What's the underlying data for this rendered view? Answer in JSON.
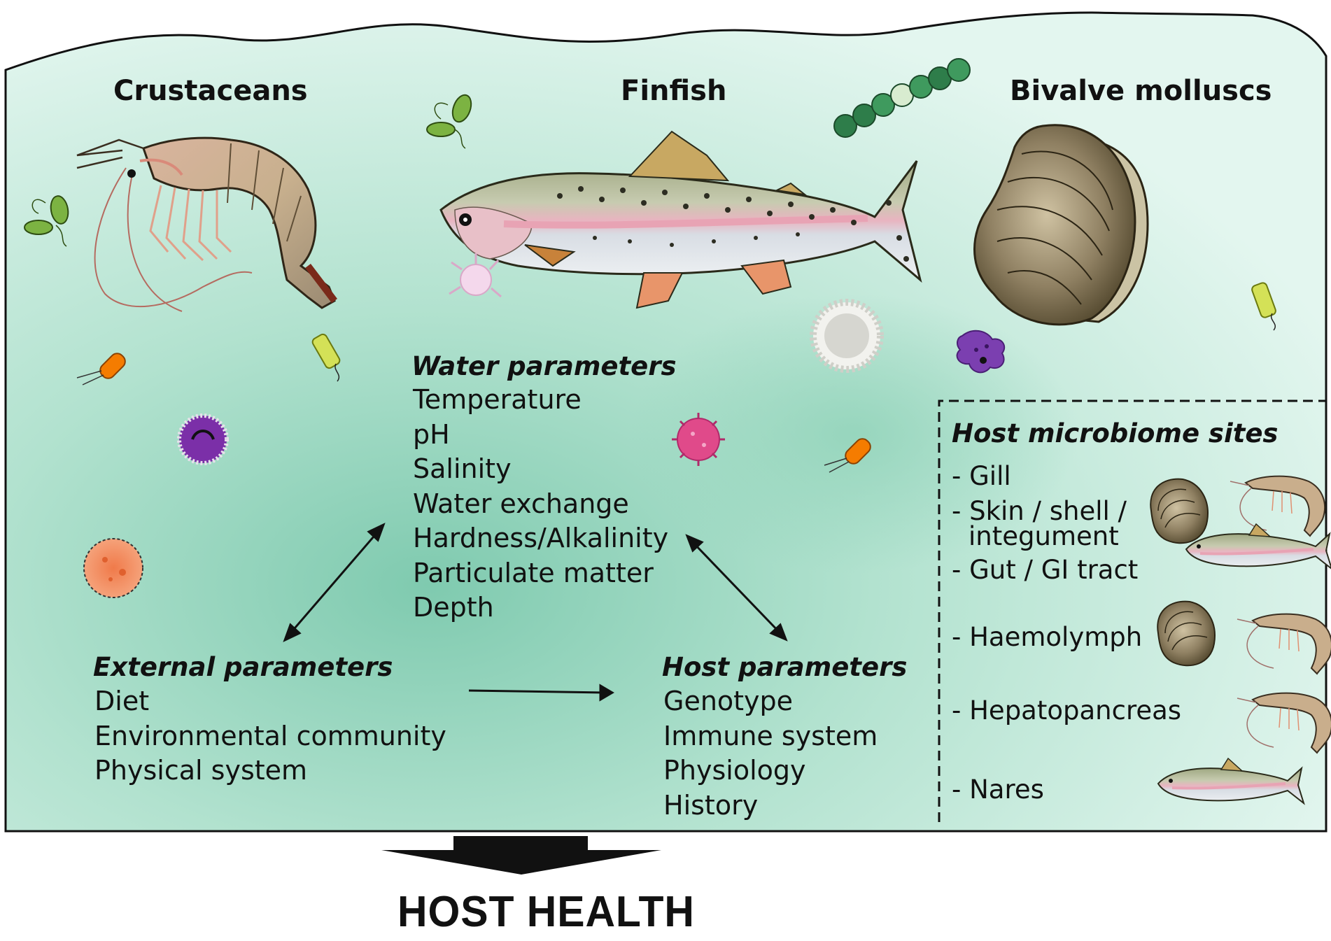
{
  "groups": {
    "crustaceans": "Crustaceans",
    "finfish": "Finfish",
    "bivalves": "Bivalve molluscs"
  },
  "water": {
    "title": "Water parameters",
    "items": [
      "Temperature",
      "pH",
      "Salinity",
      "Water exchange",
      "Hardness/Alkalinity",
      "Particulate matter",
      "Depth"
    ]
  },
  "external": {
    "title": "External parameters",
    "items": [
      "Diet",
      "Environmental community",
      "Physical system"
    ]
  },
  "host": {
    "title": "Host parameters",
    "items": [
      "Genotype",
      "Immune system",
      "Physiology",
      "History"
    ]
  },
  "sites": {
    "title": "Host microbiome sites",
    "gill": "- Gill",
    "skin_1": "- Skin / shell /",
    "skin_2": "integument",
    "gut": "- Gut / GI tract",
    "haemolymph": "- Haemolymph",
    "hepatopancreas": "- Hepatopancreas",
    "nares": "- Nares"
  },
  "outcome": "HOST HEALTH",
  "colors": {
    "water_light": "#e3f6ef",
    "water_dark": "#7fcaaf",
    "outline": "#111111",
    "shrimp_body": "#c9b08e",
    "fish_back": "#a8b28f",
    "fish_stripe": "#e8b4c0",
    "oyster_shell": "#8a7a5e",
    "bacteria_green": "#7cb342",
    "bacteria_orange": "#f57c00"
  },
  "icons": [
    "shrimp-icon",
    "trout-icon",
    "oyster-icon",
    "bacterium-icon",
    "cyanobacteria-chain-icon",
    "diatom-icon",
    "virus-icon",
    "amoeba-icon"
  ]
}
